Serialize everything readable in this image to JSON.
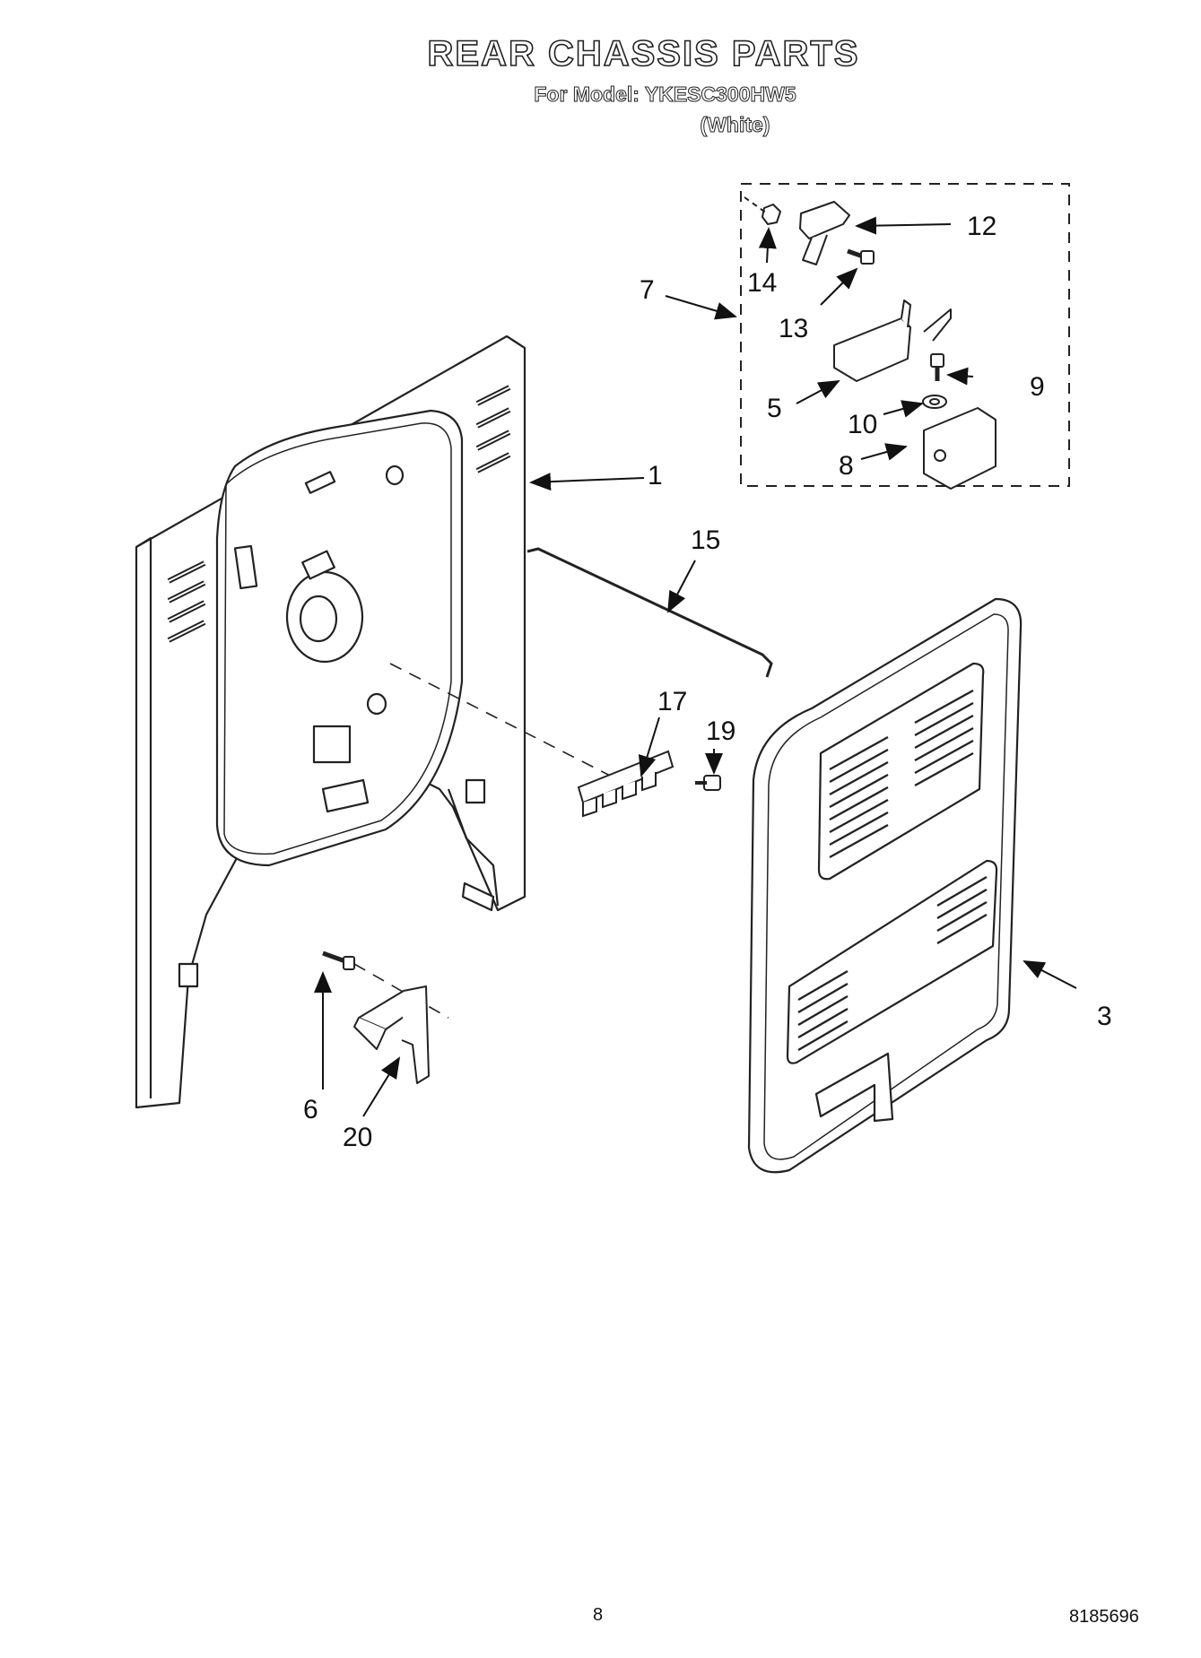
{
  "header": {
    "title": "REAR CHASSIS PARTS",
    "model_line": "For Model: YKESC300HW5",
    "color_line": "(White)"
  },
  "callouts": {
    "c1": "1",
    "c3": "3",
    "c5": "5",
    "c6": "6",
    "c7": "7",
    "c8": "8",
    "c9": "9",
    "c10": "10",
    "c12": "12",
    "c13": "13",
    "c14": "14",
    "c15": "15",
    "c17": "17",
    "c19": "19",
    "c20": "20"
  },
  "footer": {
    "page_number": "8",
    "doc_number": "8185696"
  }
}
